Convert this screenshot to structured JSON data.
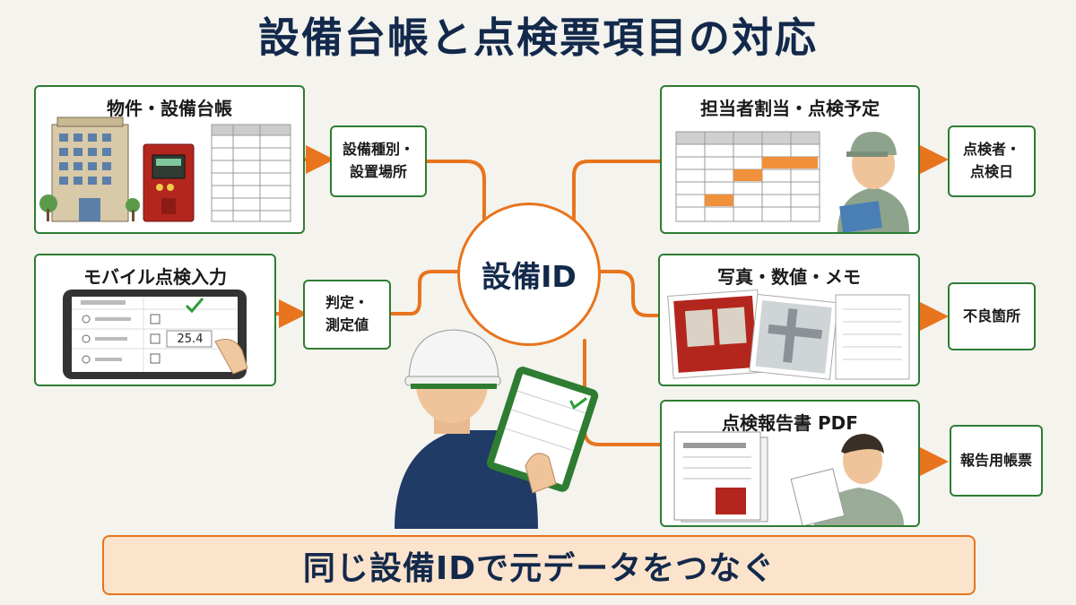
{
  "title": "設備台帳と点検票項目の対応",
  "hub_label": "設備ID",
  "banner": "同じ設備IDで元データをつなぐ",
  "panels": {
    "ledger": {
      "title": "物件・設備台帳"
    },
    "mobile": {
      "title": "モバイル点検入力",
      "measured_value": "25.4"
    },
    "schedule": {
      "title": "担当者割当・点検予定"
    },
    "photo": {
      "title": "写真・数値・メモ"
    },
    "report": {
      "title": "点検報告書 PDF"
    }
  },
  "outputs": {
    "type_location": "設備種別・\n設置場所",
    "judgement": "判定・\n測定値",
    "inspector_date": "点検者・\n点検日",
    "defect": "不良箇所",
    "report_form": "報告用帳票"
  },
  "colors": {
    "connector": "#e8741d",
    "panel_border": "#2e7d32",
    "title": "#13294b",
    "banner_bg": "#fbe3cc"
  }
}
